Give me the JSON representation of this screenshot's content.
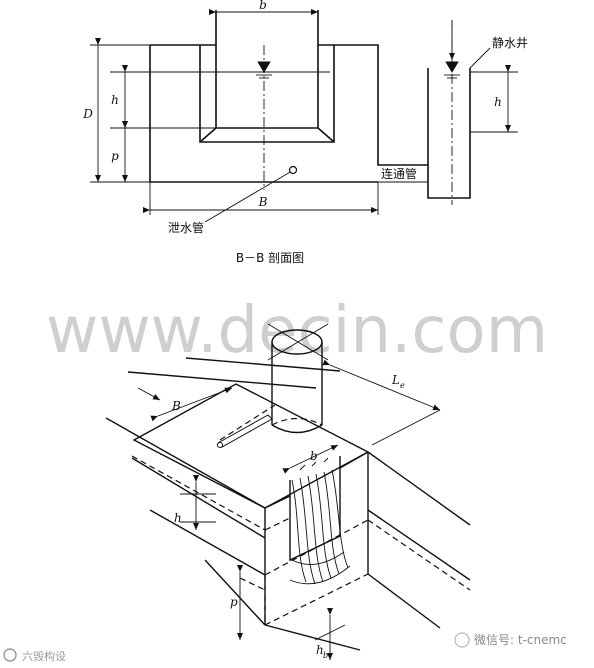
{
  "section": {
    "caption": "B－B 剖面图",
    "labels": {
      "b": "b",
      "D": "D",
      "h": "h",
      "p": "p",
      "B": "B",
      "h_well": "h",
      "still_well": "静水井",
      "connecting_pipe": "连通管",
      "drain_pipe": "泄水管"
    }
  },
  "iso": {
    "labels": {
      "B": "B",
      "L": "L",
      "L_sub": "e",
      "b": "b",
      "h": "h",
      "p": "p",
      "hb": "h",
      "hb_sub": "b"
    }
  },
  "watermark": {
    "text": "www.decin.com"
  },
  "footer": {
    "left_mark": "六毁构设",
    "right_mark": "微信号: t-cnemc"
  }
}
